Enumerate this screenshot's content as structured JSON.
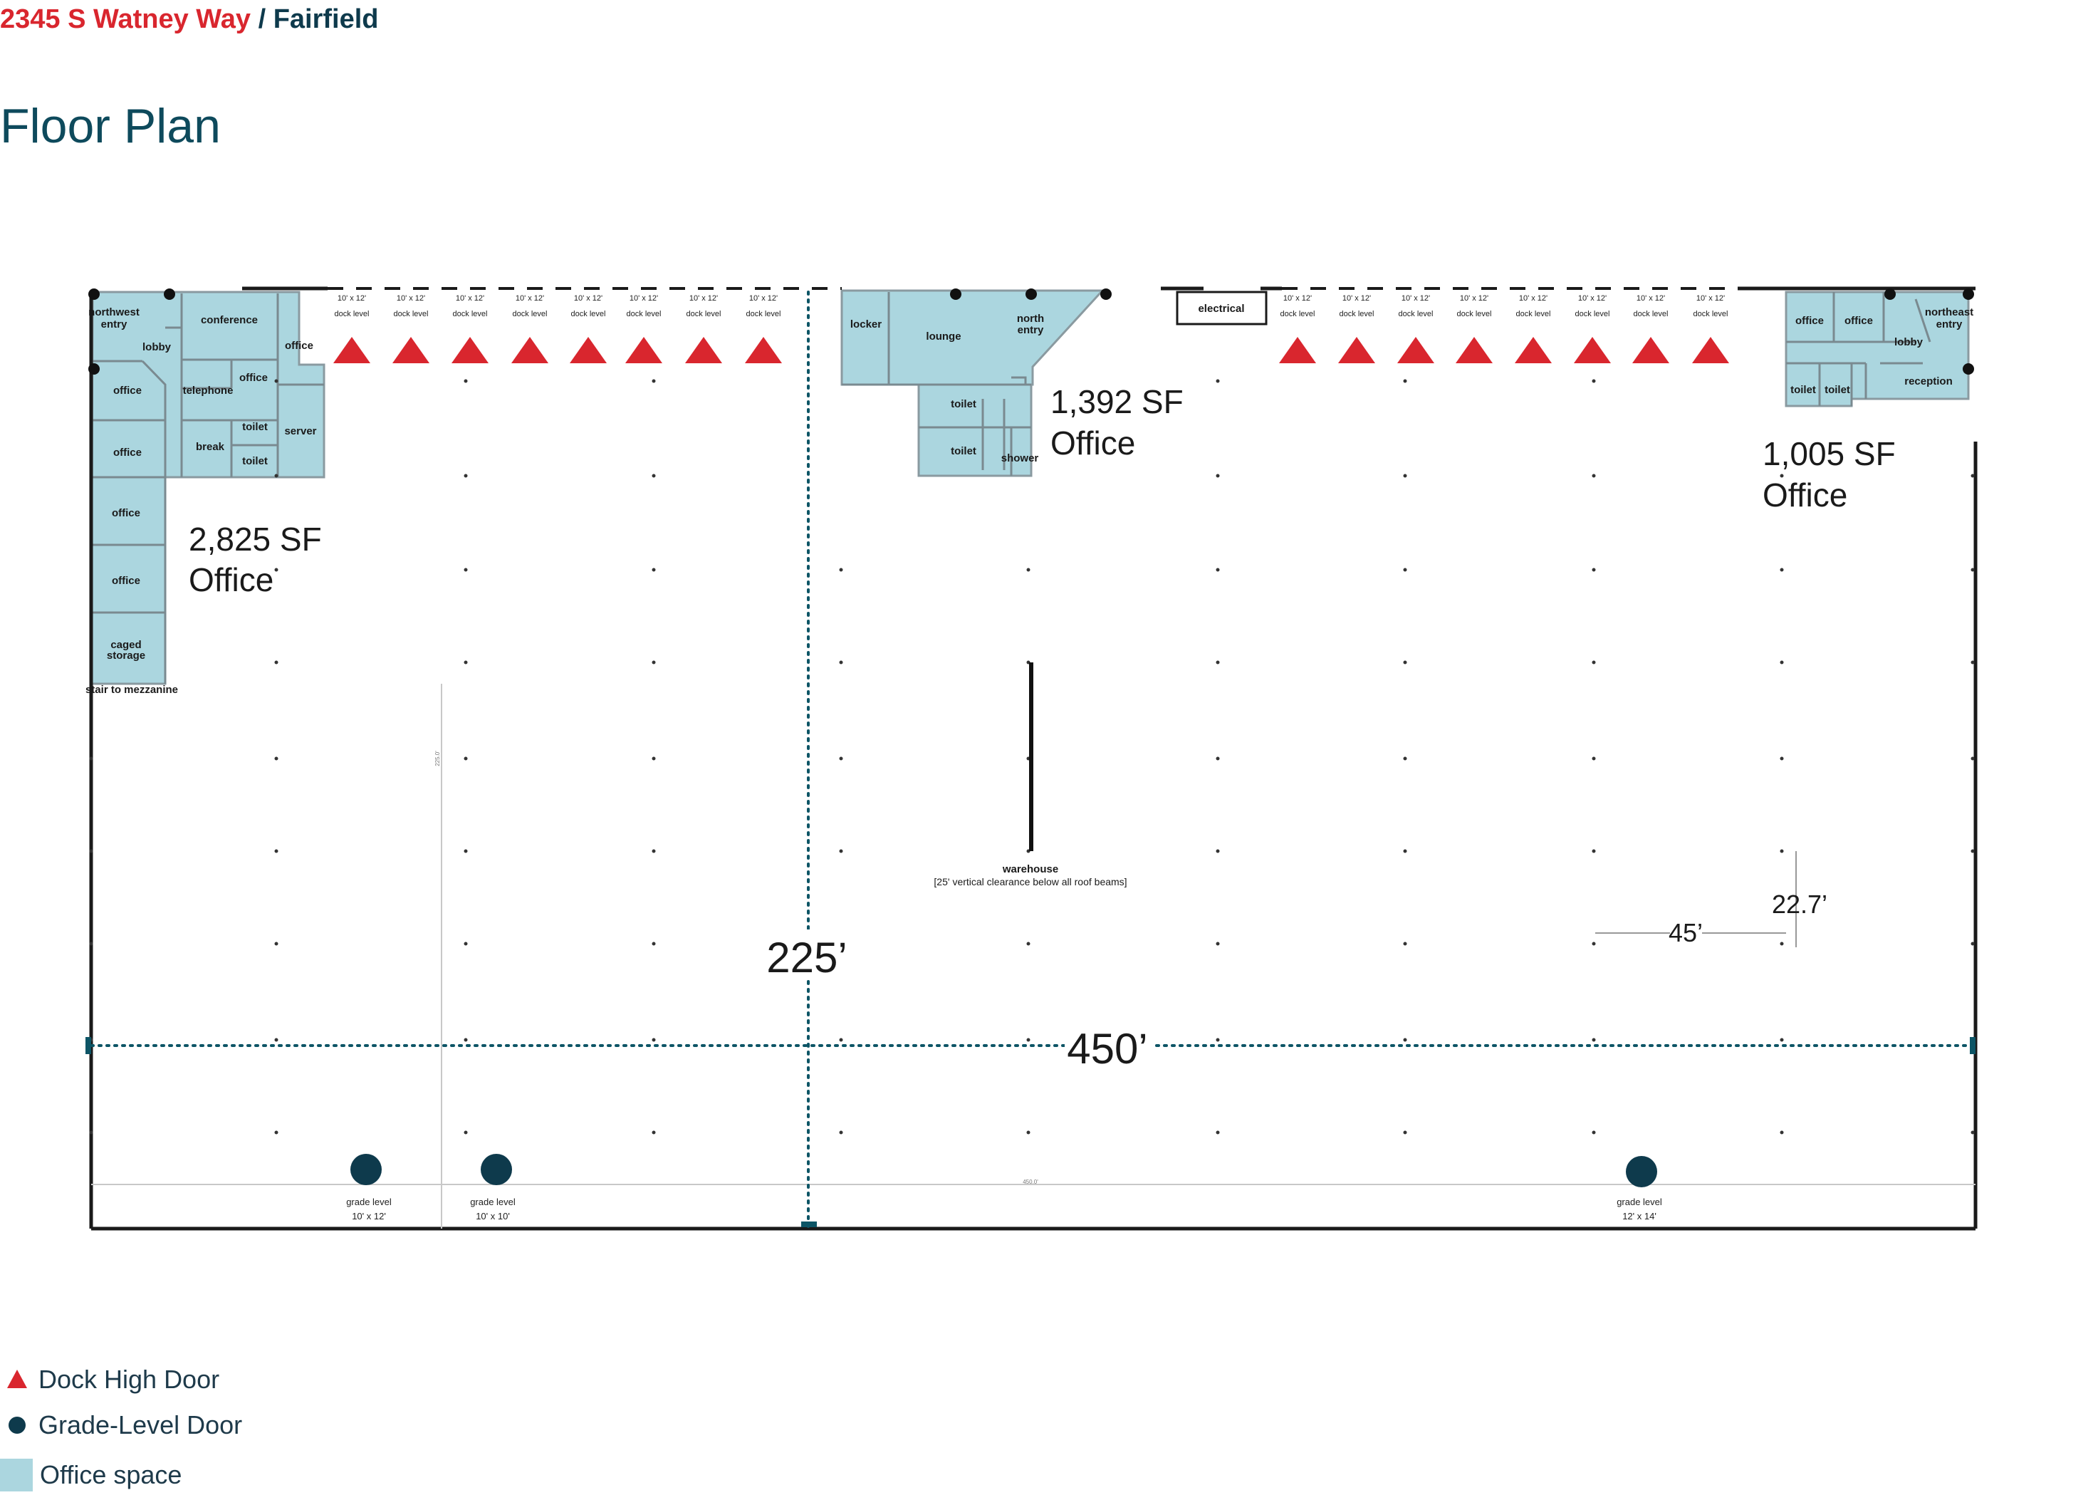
{
  "header": {
    "address": "2345 S Watney Way",
    "separator": " / ",
    "city": "Fairfield"
  },
  "title": "Floor Plan",
  "colors": {
    "accent_red": "#d9262e",
    "navy": "#0e3a4c",
    "office_fill": "#abd6df",
    "dim_teal": "#0d5566"
  },
  "office_areas": [
    {
      "sf": "2,825 SF",
      "label": "Office"
    },
    {
      "sf": "1,392 SF",
      "label": "Office"
    },
    {
      "sf": "1,005 SF",
      "label": "Office"
    }
  ],
  "rooms": {
    "northwest_entry": [
      "northwest",
      "entry"
    ],
    "conference": "conference",
    "lobby_west": "lobby",
    "office": "office",
    "telephone": "telephone",
    "toilet": "toilet",
    "break": "break",
    "server": "server",
    "caged_storage": [
      "caged",
      "storage"
    ],
    "stair": "stair to mezzanine",
    "locker": "locker",
    "lounge": "lounge",
    "north_entry": [
      "north",
      "entry"
    ],
    "shower": "shower",
    "electrical": "electrical",
    "lobby_east": "lobby",
    "northeast_entry": [
      "northeast",
      "entry"
    ],
    "reception": "reception"
  },
  "dock_doors": {
    "size": "10' x 12'",
    "type": "dock level"
  },
  "grade_doors": [
    {
      "label": "grade level",
      "size": "10' x 12'"
    },
    {
      "label": "grade level",
      "size": "10' x 10'"
    },
    {
      "label": "grade level",
      "size": "12' x 14'"
    }
  ],
  "warehouse": {
    "label": "warehouse",
    "note": "[25' vertical clearance below all roof beams]"
  },
  "dimensions": {
    "depth": "225’",
    "width": "450’",
    "bay_depth": "22.7’",
    "bay_width": "45’",
    "small_width": "450.0'",
    "small_depth": "225.0'"
  },
  "legend": [
    {
      "icon": "dock-high-door-icon",
      "label": "Dock High Door"
    },
    {
      "icon": "grade-level-door-icon",
      "label": "Grade-Level Door"
    },
    {
      "icon": "office-space-swatch-icon",
      "label": "Office space"
    }
  ]
}
